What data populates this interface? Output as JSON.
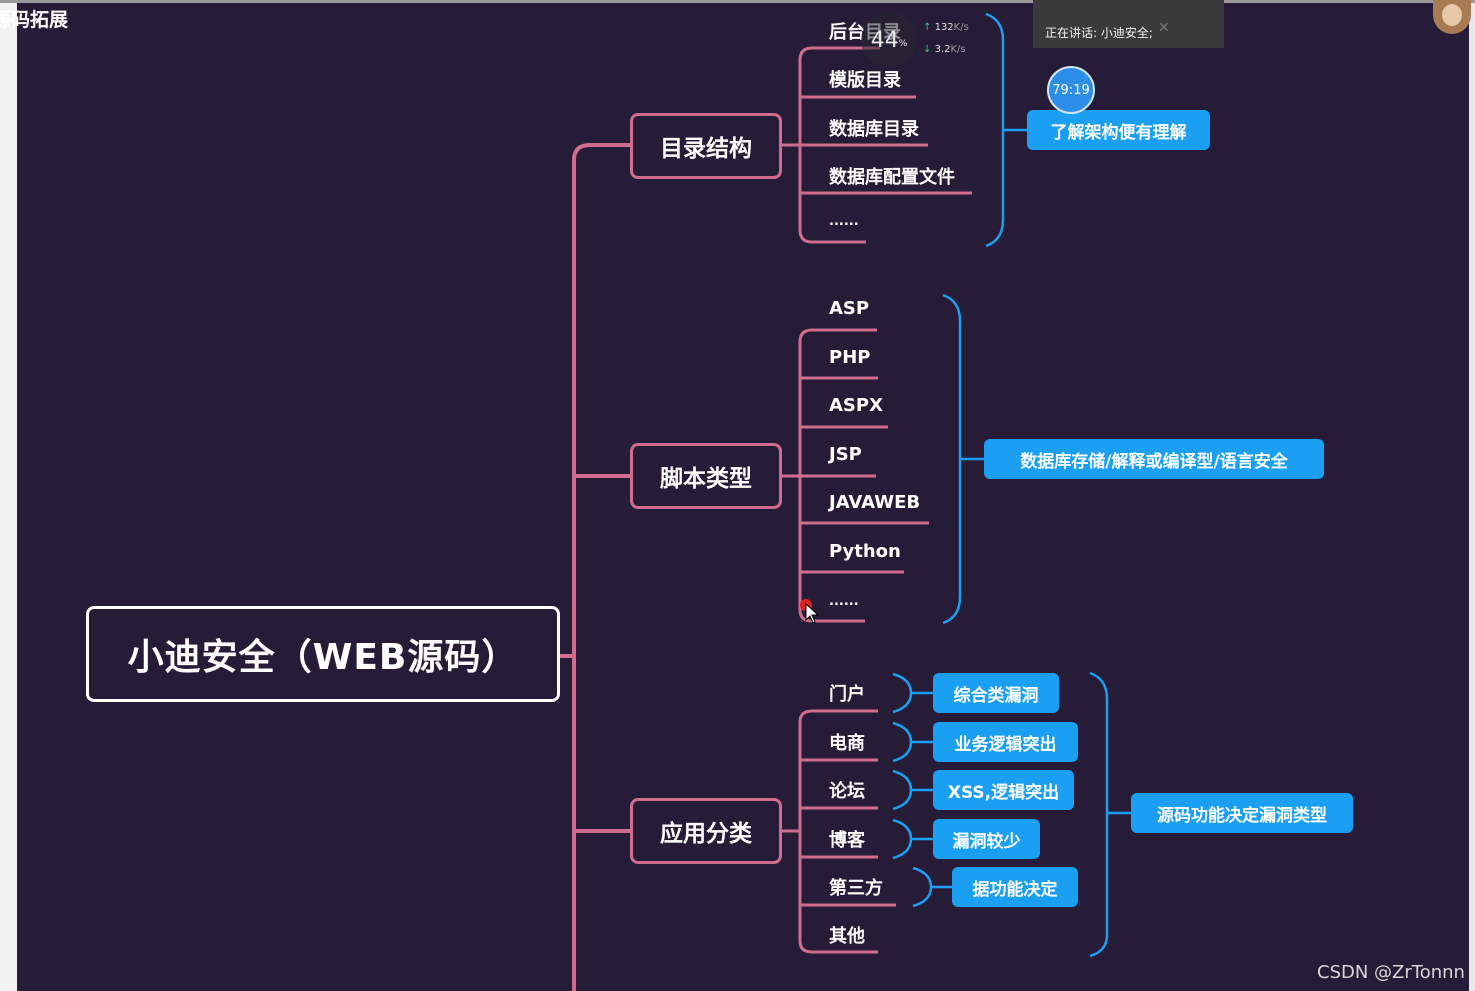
{
  "header": {
    "title": "源码拓展"
  },
  "mindmap": {
    "root": "小迪安全（WEB源码）",
    "branches": [
      {
        "label": "目录结构",
        "items": [
          "后台目录",
          "模版目录",
          "数据库目录",
          "数据库配置文件",
          "......"
        ],
        "summary": "了解架构便有理解"
      },
      {
        "label": "脚本类型",
        "items": [
          "ASP",
          "PHP",
          "ASPX",
          "JSP",
          "JAVAWEB",
          "Python",
          "......"
        ],
        "summary": "数据库存储/解释或编译型/语言安全"
      },
      {
        "label": "应用分类",
        "items": [
          "门户",
          "电商",
          "论坛",
          "博客",
          "第三方",
          "其他"
        ],
        "notes": [
          "综合类漏洞",
          "业务逻辑突出",
          "XSS,逻辑突出",
          "漏洞较少",
          "据功能决定"
        ],
        "summary": "源码功能决定漏洞类型"
      }
    ]
  },
  "overlay": {
    "speed": {
      "percent": "44",
      "percent_unit": "%",
      "up": "132",
      "down": "3.2",
      "unit": "K/s"
    },
    "speaking": "正在讲话: 小迪安全;",
    "timer": "79:19"
  },
  "watermark": "CSDN @ZrTonnn",
  "colors": {
    "background": "#261c37",
    "branch_border": "#d06d8c",
    "pill": "#1a9ff2",
    "bracket": "#1a9ff2"
  }
}
